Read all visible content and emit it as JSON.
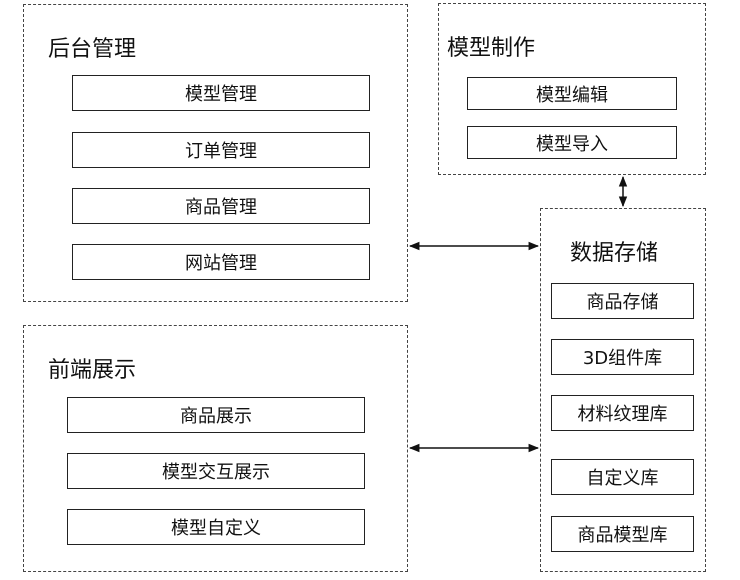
{
  "backend": {
    "title": "后台管理",
    "items": [
      "模型管理",
      "订单管理",
      "商品管理",
      "网站管理"
    ]
  },
  "model_making": {
    "title": "模型制作",
    "items": [
      "模型编辑",
      "模型导入"
    ]
  },
  "frontend": {
    "title": "前端展示",
    "items": [
      "商品展示",
      "模型交互展示",
      "模型自定义"
    ]
  },
  "storage": {
    "title": "数据存储",
    "items": [
      "商品存储",
      "3D组件库",
      "材料纹理库",
      "自定义库",
      "商品模型库"
    ]
  },
  "colors": {
    "border": "#444444",
    "box_border": "#222222",
    "text": "#111111",
    "background": "#ffffff"
  }
}
